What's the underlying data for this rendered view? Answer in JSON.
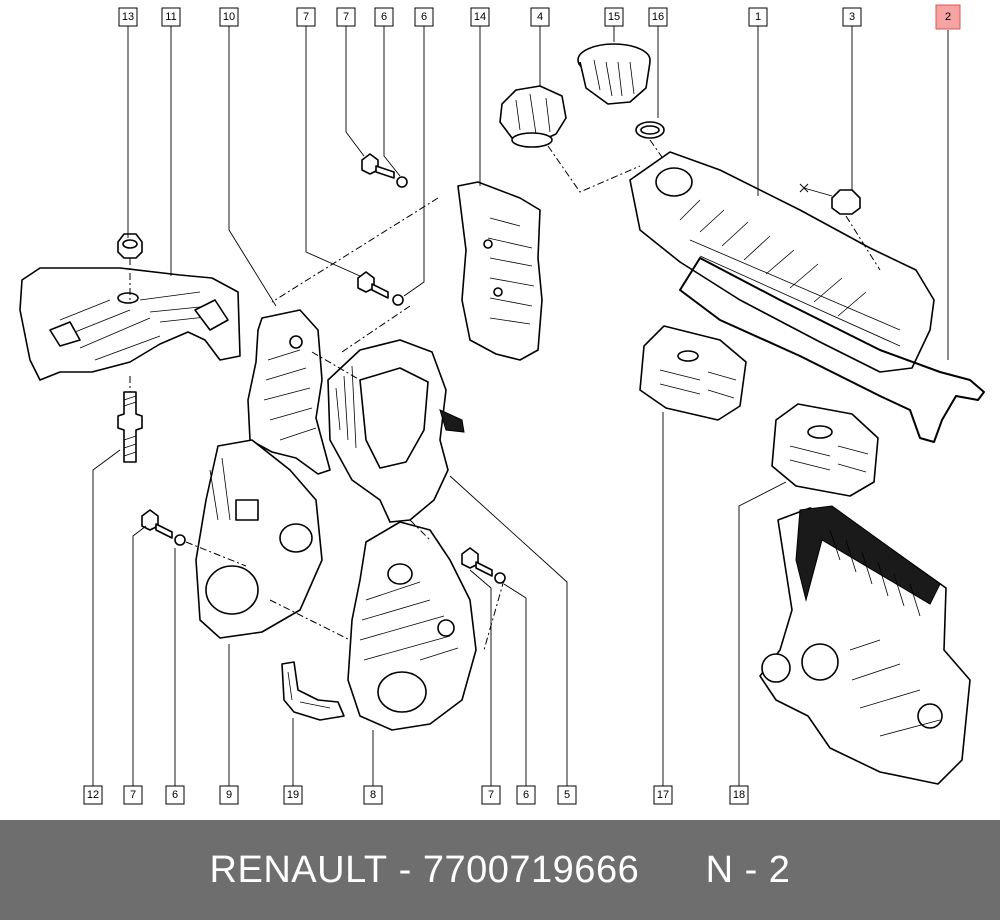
{
  "footer": {
    "brand": "RENAULT",
    "separator": " - ",
    "part_number": "7700719666",
    "page_ref": "N - 2"
  },
  "colors": {
    "footer_bg": "#6e6e6e",
    "highlight": "#f5a3a3"
  },
  "callouts": {
    "top": [
      "13",
      "11",
      "10",
      "7",
      "7",
      "6",
      "6",
      "14",
      "4",
      "15",
      "16",
      "1",
      "3",
      "2"
    ],
    "bottom": [
      "12",
      "7",
      "6",
      "9",
      "19",
      "8",
      "7",
      "6",
      "5",
      "17",
      "18"
    ],
    "highlighted": "2"
  }
}
